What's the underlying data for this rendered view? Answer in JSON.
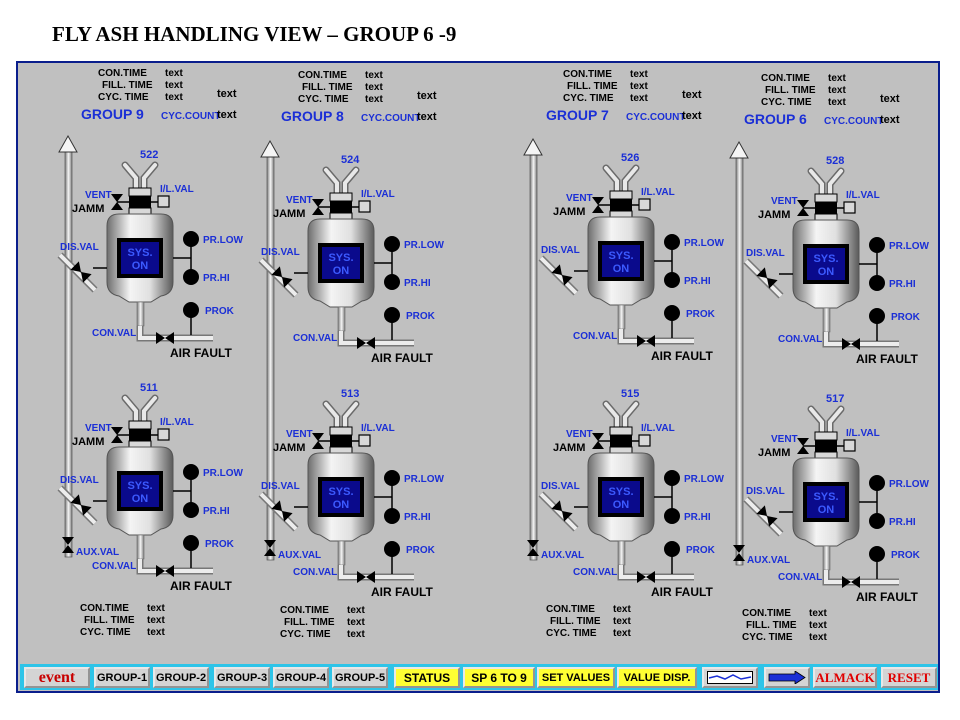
{
  "page_title": "FLY ASH HANDLING  VIEW – GROUP 6 -9",
  "colors": {
    "accent_blue": "#1b2fd6",
    "panel_bg": "#c0c0c0",
    "nav_bg": "#2ec4e8",
    "vessel_screen": "#0a0a8c",
    "sys_text": "#3c5aff"
  },
  "labels": {
    "con_time": "CON.TIME",
    "fill_time": "FILL. TIME",
    "cyc_time": "CYC. TIME",
    "text": "text",
    "cyc_count": "CYC.COUNT",
    "vent": "VENT",
    "jamm": "JAMM",
    "dis_val": "DIS.VAL",
    "il_val": "I/L.VAL",
    "pr_low": "PR.LOW",
    "pr_hi": "PR.HI",
    "prok": "PROK",
    "con_val": "CON.VAL",
    "air_fault": "AIR FAULT",
    "aux_val": "AUX.VAL",
    "sys": "SYS.",
    "on": "ON"
  },
  "groups": [
    {
      "name": "GROUP 9",
      "top_unit": "522",
      "bottom_unit": "511"
    },
    {
      "name": "GROUP 8",
      "top_unit": "524",
      "bottom_unit": "513"
    },
    {
      "name": "GROUP 7",
      "top_unit": "526",
      "bottom_unit": "515"
    },
    {
      "name": "GROUP 6",
      "top_unit": "528",
      "bottom_unit": "517"
    }
  ],
  "nav": {
    "event": "event",
    "group1": "GROUP-1",
    "group2": "GROUP-2",
    "group3": "GROUP-3",
    "group4": "GROUP-4",
    "group5": "GROUP-5",
    "status": "STATUS",
    "sp6to9": "SP 6 TO 9",
    "set_values": "SET VALUES",
    "value_disp": "VALUE DISP.",
    "trend_icon": "trend-icon",
    "arrow_icon": "arrow-right-icon",
    "almack": "ALMACK",
    "reset": "RESET"
  }
}
